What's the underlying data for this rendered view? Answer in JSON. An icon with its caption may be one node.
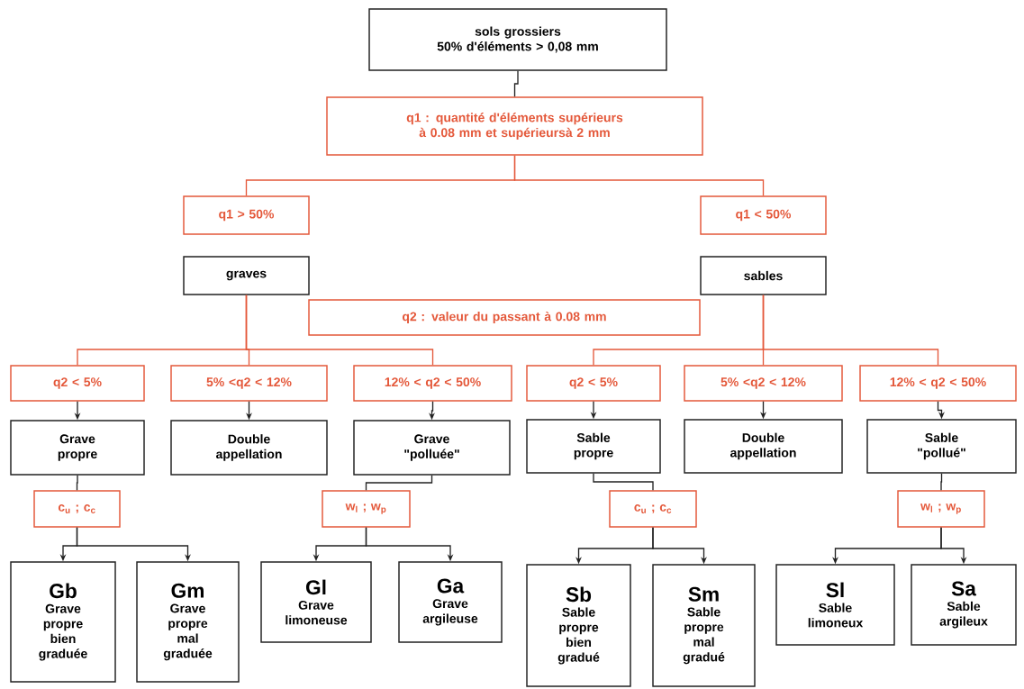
{
  "diagram": {
    "nodes": [
      {
        "text": [
          "sols grossiers",
          "50% d'éléments > 0,08 mm"
        ]
      },
      {
        "text": [
          "q1 : quantité d'éléments supérieurs à 0.08 mm et supérieursà 2 mm"
        ]
      },
      {
        "text": [
          "q1 > 50%"
        ]
      },
      {
        "text": [
          "q1 < 50%"
        ]
      },
      {
        "text": [
          "graves"
        ]
      },
      {
        "text": [
          "sables"
        ]
      },
      {
        "text": [
          "q2 : valeur du passant à 0.08 mm"
        ]
      },
      {
        "text": [
          "q2 < 5%"
        ]
      },
      {
        "text": [
          "5% <q2 < 12%"
        ]
      },
      {
        "text": [
          "12% < q2 < 50%"
        ]
      },
      {
        "text": [
          "q2 < 5%"
        ]
      },
      {
        "text": [
          "5% <q2 < 12%"
        ]
      },
      {
        "text": [
          "12% < q2 < 50%"
        ]
      },
      {
        "text": [
          "Grave propre"
        ]
      },
      {
        "text": [
          "Double appellation"
        ]
      },
      {
        "text": [
          "Grave \"polluée\""
        ]
      },
      {
        "text": [
          "Sable propre"
        ]
      },
      {
        "text": [
          "Double appellation"
        ]
      },
      {
        "text": [
          "Sable \"pollué\""
        ]
      },
      {
        "text": [
          "c$_{u}$ ; c$_{c}$"
        ]
      },
      {
        "text": [
          "w$_{l}$ ; w$_{p}$"
        ]
      },
      {
        "text": [
          "c$_{u}$ ; c$_{c}$"
        ]
      },
      {
        "text": [
          "w$_{l}$ ; w$_{p}$"
        ]
      },
      {
        "text": [
          "Gb",
          "Grave propre bien graduée"
        ]
      },
      {
        "text": [
          "Gm",
          "Grave propre mal graduée"
        ]
      },
      {
        "text": [
          "Gl",
          "Grave limoneuse"
        ]
      },
      {
        "text": [
          "Ga",
          "Grave argileuse"
        ]
      },
      {
        "text": [
          "Sb",
          "Sable propre bien gradué"
        ]
      },
      {
        "text": [
          "Sm",
          "Sable propre mal gradué"
        ]
      },
      {
        "text": [
          "Sl",
          "Sable limoneux"
        ]
      },
      {
        "text": [
          "Sa",
          "Sable argileux"
        ]
      }
    ],
    "edges": [
      {
        "from": 0,
        "to": 1,
        "arrow": "none"
      },
      {
        "from": 1,
        "to": 2,
        "arrow": "none",
        "color": "#e4583a"
      },
      {
        "from": 1,
        "to": 3,
        "arrow": "none",
        "color": "#e4583a"
      },
      {
        "from": 4,
        "to": 7,
        "arrow": "none",
        "color": "#e4583a"
      },
      {
        "from": 4,
        "to": 8,
        "arrow": "none",
        "color": "#e4583a"
      },
      {
        "from": 4,
        "to": 9,
        "arrow": "none",
        "color": "#e4583a"
      },
      {
        "from": 5,
        "to": 10,
        "arrow": "none",
        "color": "#e4583a"
      },
      {
        "from": 5,
        "to": 11,
        "arrow": "none",
        "color": "#e4583a"
      },
      {
        "from": 5,
        "to": 12,
        "arrow": "none",
        "color": "#e4583a"
      },
      {
        "from": 7,
        "to": 13,
        "arrow": "to"
      },
      {
        "from": 8,
        "to": 14,
        "arrow": "to"
      },
      {
        "from": 9,
        "to": 15,
        "arrow": "to"
      },
      {
        "from": 10,
        "to": 16,
        "arrow": "to"
      },
      {
        "from": 11,
        "to": 17,
        "arrow": "to"
      },
      {
        "from": 12,
        "to": 18,
        "arrow": "to"
      },
      {
        "from": 13,
        "to": 19,
        "arrow": "none"
      },
      {
        "from": 15,
        "to": 20,
        "arrow": "none"
      },
      {
        "from": 16,
        "to": 21,
        "arrow": "none"
      },
      {
        "from": 18,
        "to": 22,
        "arrow": "none"
      },
      {
        "from": 19,
        "to": 23,
        "arrow": "to"
      },
      {
        "from": 19,
        "to": 24,
        "arrow": "to"
      },
      {
        "from": 20,
        "to": 25,
        "arrow": "to"
      },
      {
        "from": 20,
        "to": 26,
        "arrow": "to"
      },
      {
        "from": 21,
        "to": 27,
        "arrow": "to"
      },
      {
        "from": 21,
        "to": 28,
        "arrow": "to"
      },
      {
        "from": 22,
        "to": 29,
        "arrow": "to"
      },
      {
        "from": 22,
        "to": 30,
        "arrow": "to"
      }
    ]
  }
}
